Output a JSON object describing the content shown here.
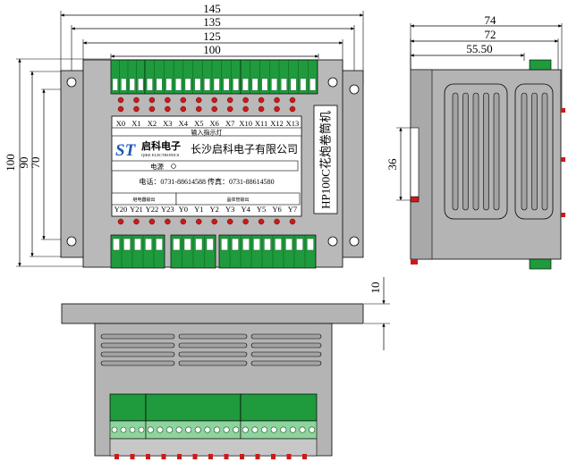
{
  "dimensions": {
    "top_widths": [
      "145",
      "135",
      "125",
      "100"
    ],
    "left_heights": [
      "100",
      "90",
      "70"
    ],
    "side_widths": [
      "74",
      "72",
      "55.50"
    ],
    "side_height": "36",
    "bottom_height": "10"
  },
  "panel": {
    "input_labels": [
      "X0",
      "X1",
      "X2",
      "X3",
      "X4",
      "X5",
      "X6",
      "X7",
      "X10",
      "X11",
      "X12",
      "X13"
    ],
    "input_caption": "输入指示灯",
    "logo_mark": "ST",
    "logo_cn": "启科电子",
    "logo_en": "QIKE ELECTRONICS",
    "company": "长沙启科电子有限公司",
    "power_label": "电源",
    "contact": "电话：0731-88614588  传真：0731-88614580",
    "relay_caption": "继电器输出",
    "transistor_caption": "晶体管输出",
    "output_labels": [
      "Y20",
      "Y21",
      "Y22",
      "Y23",
      "Y0",
      "Y1",
      "Y2",
      "Y3",
      "Y4",
      "Y5",
      "Y6",
      "Y7"
    ],
    "model": "HP100C花炮卷筒机"
  },
  "colors": {
    "body_gray": "#b4b4b4",
    "dark_gray": "#8a8a8a",
    "terminal_green": "#1f9a3c",
    "led_red": "#cc1a1a",
    "panel_white": "#ffffff"
  }
}
